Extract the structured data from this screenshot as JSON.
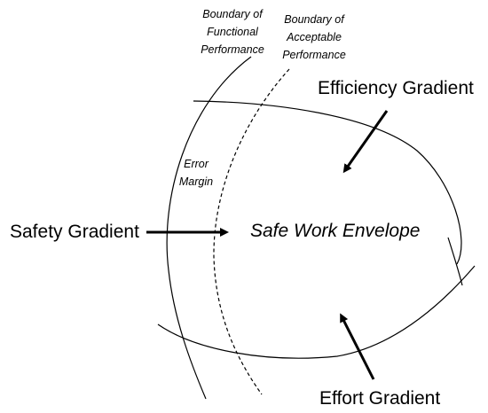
{
  "diagram": {
    "labels": {
      "boundary_functional_line1": "Boundary of",
      "boundary_functional_line2": "Functional",
      "boundary_functional_line3": "Performance",
      "boundary_acceptable_line1": "Boundary of",
      "boundary_acceptable_line2": "Acceptable",
      "boundary_acceptable_line3": "Performance",
      "error_margin_line1": "Error",
      "error_margin_line2": "Margin",
      "efficiency_gradient": "Efficiency Gradient",
      "safety_gradient": "Safety Gradient",
      "safe_work_envelope": "Safe Work Envelope",
      "effort_gradient": "Effort Gradient"
    },
    "colors": {
      "stroke": "#000000",
      "background": "#ffffff"
    }
  }
}
